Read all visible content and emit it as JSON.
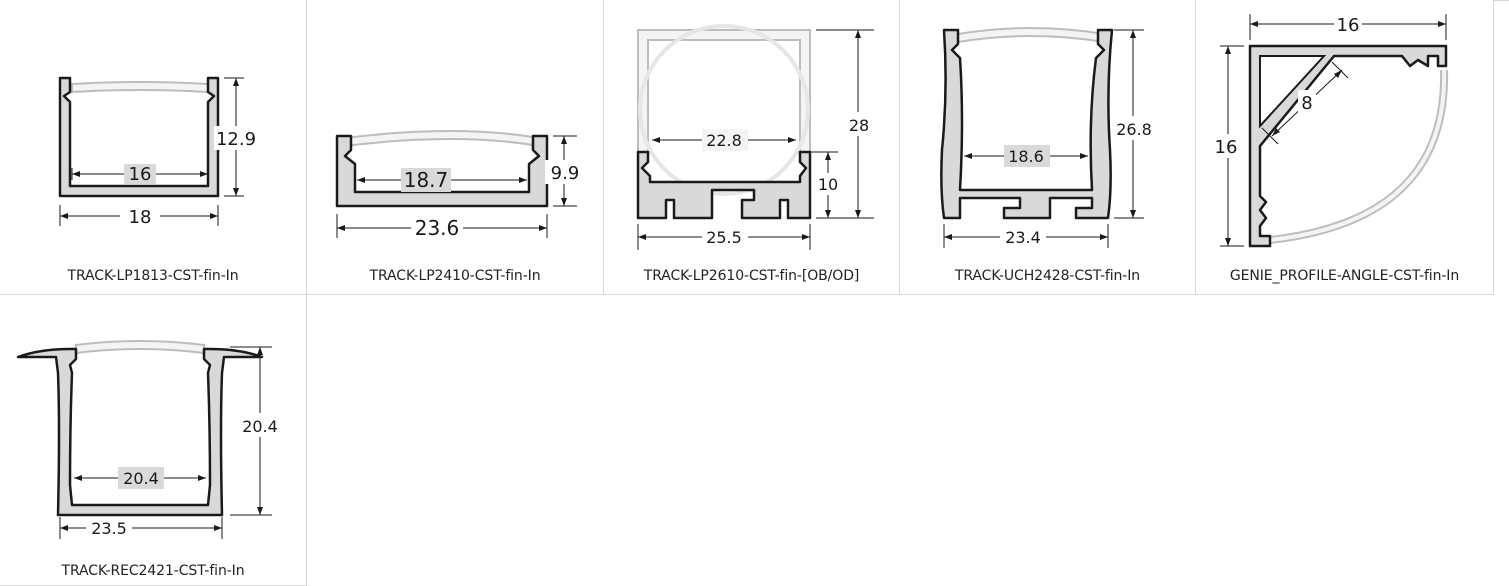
{
  "profiles": [
    {
      "name": "TRACK-LP1813-CST-fin-In",
      "dims": [
        "16",
        "18",
        "12.9"
      ]
    },
    {
      "name": "TRACK-LP2410-CST-fin-In",
      "dims": [
        "18.7",
        "23.6",
        "9.9"
      ]
    },
    {
      "name": "TRACK-LP2610-CST-fin-[OB/OD]",
      "dims": [
        "22.8",
        "25.5",
        "28",
        "10"
      ]
    },
    {
      "name": "TRACK-UCH2428-CST-fin-In",
      "dims": [
        "18.6",
        "23.4",
        "26.8"
      ]
    },
    {
      "name": "GENIE_PROFILE-ANGLE-CST-fin-In",
      "dims": [
        "16",
        "16",
        "8"
      ]
    },
    {
      "name": "TRACK-REC2421-CST-fin-In",
      "dims": [
        "20.4",
        "23.5",
        "20.4"
      ]
    }
  ],
  "colors": {
    "profile_fill": "#d9d9d9",
    "profile_outline": "#1a1a1a",
    "diffuser": "#f4f4f4",
    "grid_line": "#d6d6d6"
  }
}
